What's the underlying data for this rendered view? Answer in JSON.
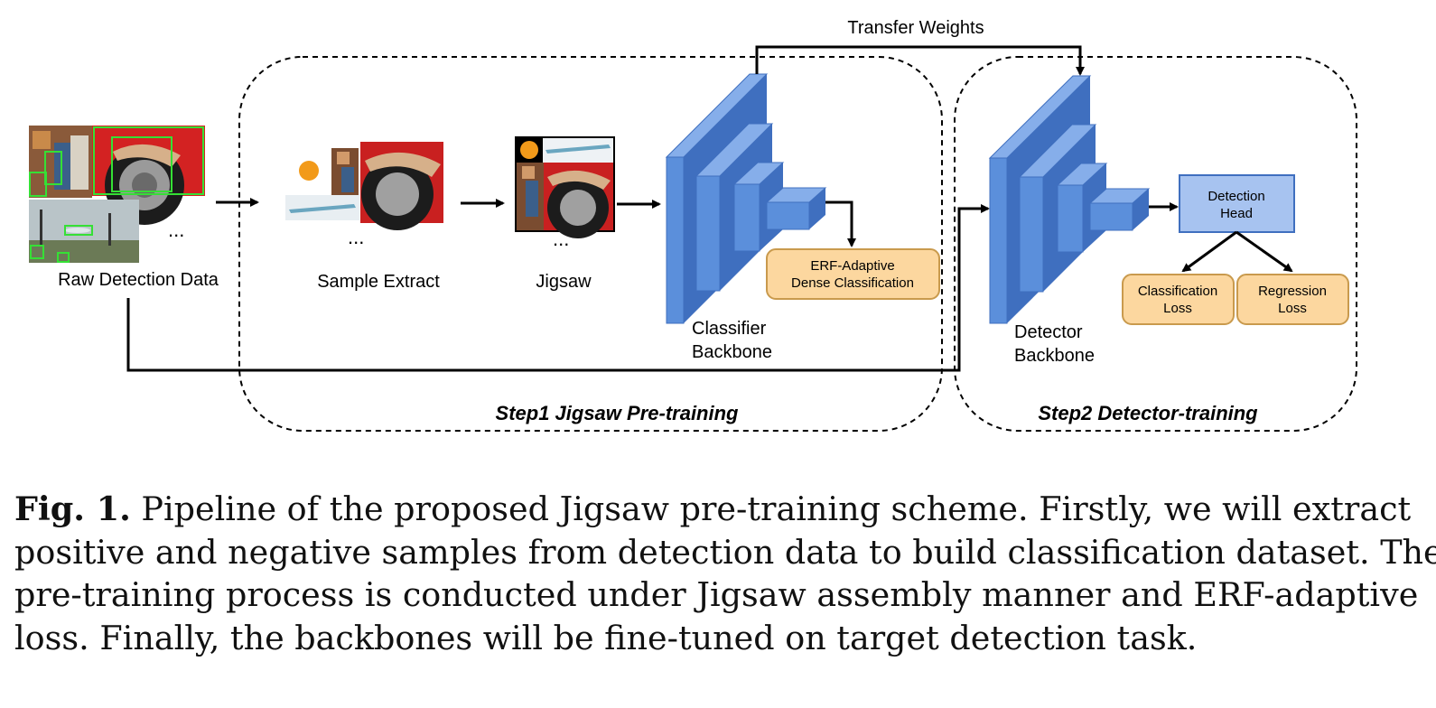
{
  "figure": {
    "transfer_label": "Transfer Weights",
    "raw_label": "Raw Detection Data",
    "sample_label": "Sample Extract",
    "jigsaw_label": "Jigsaw",
    "ellipsis": "...",
    "classifier_label_1": "Classifier",
    "classifier_label_2": "Backbone",
    "detector_label_1": "Detector",
    "detector_label_2": "Backbone",
    "erf_label_1": "ERF-Adaptive",
    "erf_label_2": "Dense Classification",
    "head_label_1": "Detection",
    "head_label_2": "Head",
    "cls_loss_1": "Classification",
    "cls_loss_2": "Loss",
    "reg_loss_1": "Regression",
    "reg_loss_2": "Loss",
    "step1_label": "Step1 Jigsaw Pre-training",
    "step2_label": "Step2 Detector-training",
    "colors": {
      "backbone_front": "#5b8fdb",
      "backbone_side": "#3f6fbf",
      "backbone_top": "#86aeea",
      "orange_fill": "#fcd79f",
      "orange_stroke": "#c99a4d",
      "head_fill": "#a7c3f0",
      "head_stroke": "#3f6fbf"
    }
  },
  "caption": {
    "prefix": "Fig. 1.",
    "line1": " Pipeline of the proposed Jigsaw pre-training scheme. Firstly, we will extract",
    "line2": "positive and negative samples from detection data to build classification dataset. The",
    "line3": "pre-training process is conducted under Jigsaw assembly manner and ERF-adaptive",
    "line4": "loss. Finally, the backbones will be fine-tuned on target detection task."
  }
}
